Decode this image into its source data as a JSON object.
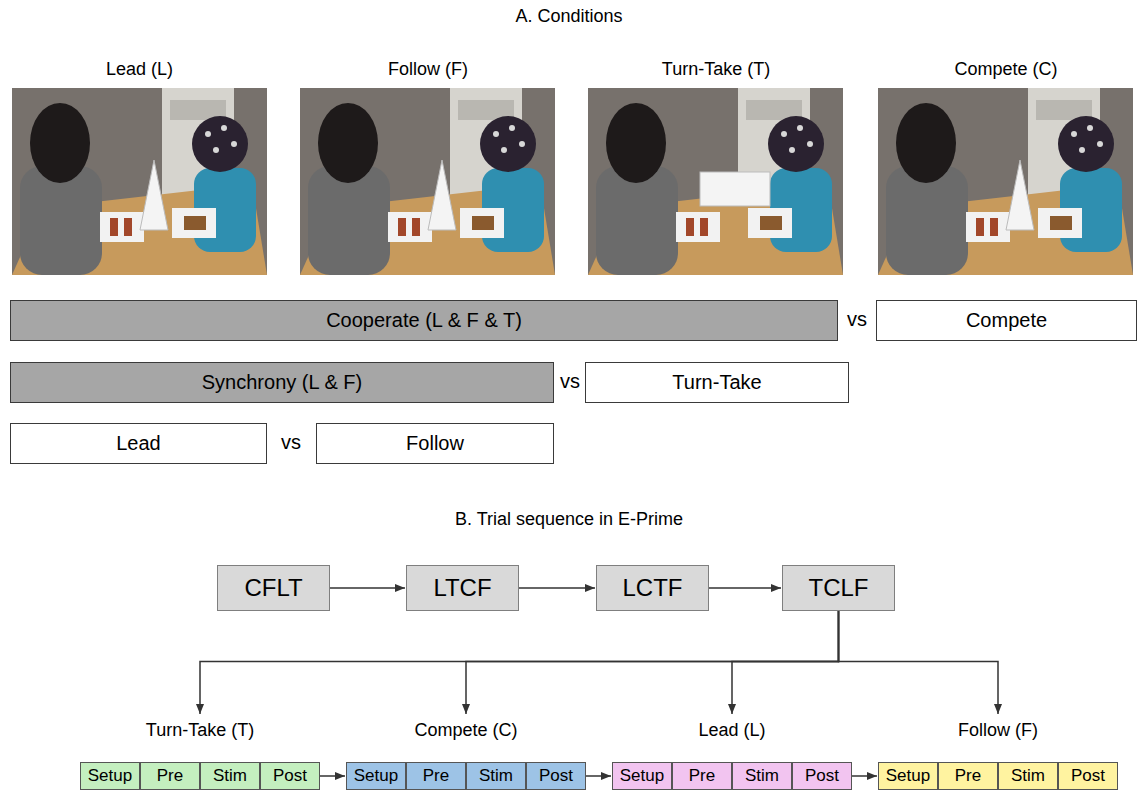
{
  "diagram": {
    "nodes": [
      {
        "text": [
          "Lead (L)"
        ]
      },
      {
        "text": [
          "Follow (F)"
        ]
      },
      {
        "text": [
          "Turn-Take (T)"
        ]
      },
      {
        "text": [
          "Compete (C)"
        ]
      },
      {
        "text": [
          "Cooperate (L & F & T)"
        ]
      },
      {
        "text": [
          "Compete"
        ]
      },
      {
        "text": [
          "Synchrony (L & F)"
        ]
      },
      {
        "text": [
          "Turn-Take"
        ]
      },
      {
        "text": [
          "Lead"
        ]
      },
      {
        "text": [
          "Follow"
        ]
      },
      {
        "text": [
          "CFLT"
        ]
      },
      {
        "text": [
          "LTCF"
        ]
      },
      {
        "text": [
          "LCTF"
        ]
      },
      {
        "text": [
          "TCLF"
        ]
      },
      {
        "text": [
          "Turn-Take (T)"
        ]
      },
      {
        "text": [
          "Setup"
        ],
        "in": 14
      },
      {
        "text": [
          "Pre"
        ],
        "in": 14
      },
      {
        "text": [
          "Stim"
        ],
        "in": 14
      },
      {
        "text": [
          "Post"
        ],
        "in": 14
      },
      {
        "text": [
          "Compete (C)"
        ]
      },
      {
        "text": [
          "Setup"
        ],
        "in": 19
      },
      {
        "text": [
          "Pre"
        ],
        "in": 19
      },
      {
        "text": [
          "Stim"
        ],
        "in": 19
      },
      {
        "text": [
          "Post"
        ],
        "in": 19
      },
      {
        "text": [
          "Lead (L)"
        ]
      },
      {
        "text": [
          "Setup"
        ],
        "in": 24
      },
      {
        "text": [
          "Pre"
        ],
        "in": 24
      },
      {
        "text": [
          "Stim"
        ],
        "in": 24
      },
      {
        "text": [
          "Post"
        ],
        "in": 24
      },
      {
        "text": [
          "Follow (F)"
        ]
      },
      {
        "text": [
          "Setup"
        ],
        "in": 29
      },
      {
        "text": [
          "Pre"
        ],
        "in": 29
      },
      {
        "text": [
          "Stim"
        ],
        "in": 29
      },
      {
        "text": [
          "Post"
        ],
        "in": 29
      }
    ],
    "edges": [
      {
        "from": 10,
        "to": 11,
        "arrow": "to"
      },
      {
        "from": 11,
        "to": 12,
        "arrow": "to"
      },
      {
        "from": 12,
        "to": 13,
        "arrow": "to"
      },
      {
        "from": 13,
        "to": 14,
        "arrow": "to"
      },
      {
        "from": 13,
        "to": 19,
        "arrow": "to"
      },
      {
        "from": 13,
        "to": 24,
        "arrow": "to"
      },
      {
        "from": 13,
        "to": 29,
        "arrow": "to"
      },
      {
        "from": 14,
        "to": 19,
        "arrow": "to"
      },
      {
        "from": 19,
        "to": 24,
        "arrow": "to"
      },
      {
        "from": 24,
        "to": 29,
        "arrow": "to"
      }
    ],
    "labels": [
      "A. Conditions",
      "vs",
      "vs",
      "vs",
      "B. Trial sequence in E-Prime"
    ]
  }
}
